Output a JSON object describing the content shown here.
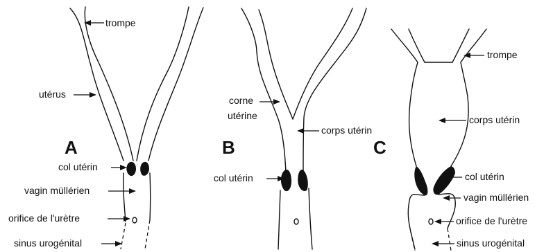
{
  "panels": {
    "A": {
      "letter": "A",
      "labels": {
        "trompe": "trompe",
        "uterus": "utérus",
        "col_uterin": "col utérin",
        "vagin_mullerien": "vagin müllérien",
        "orifice_uretre": "orifice de l'urètre",
        "sinus_urogenital": "sinus urogénital"
      }
    },
    "B": {
      "letter": "B",
      "labels": {
        "corne_uterine_line1": "corne",
        "corne_uterine_line2": "utérine",
        "corps_uterin": "corps utérin",
        "col_uterin": "col utérin"
      }
    },
    "C": {
      "letter": "C",
      "labels": {
        "trompe": "trompe",
        "corps_uterin": "corps utérin",
        "col_uterin": "col utérin",
        "vagin_mullerien": "vagin müllérien",
        "orifice_uretre": "orifice de l'urètre",
        "sinus_urogenital": "sinus urogénital"
      }
    }
  }
}
